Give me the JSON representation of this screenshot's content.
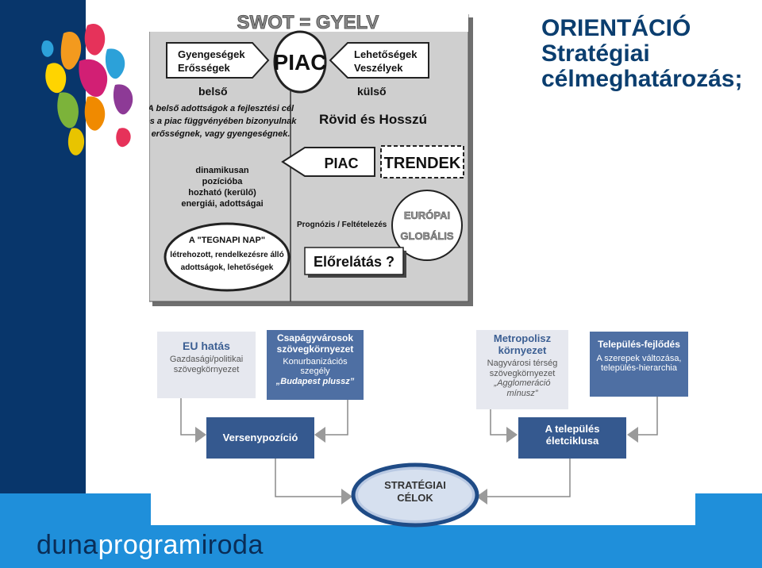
{
  "title": {
    "line1": "ORIENTÁCIÓ",
    "line2": "Stratégiai",
    "line3": "célmeghatározás;"
  },
  "swot": {
    "header": "SWOT = GYELV",
    "center": "PIAC",
    "left_arrow": {
      "line1": "Gyengeségek",
      "line2": "Erősségek"
    },
    "right_arrow": {
      "line1": "Lehetőségek",
      "line2": "Veszélyek"
    },
    "belso": "belső",
    "kulso": "külső",
    "belso_text": [
      "A belső adottságok a fejlesztési cél",
      "és a piac függvényében bizonyulnak",
      "erősségnek, vagy gyengeségnek."
    ],
    "dinamikusan": [
      "dinamikusan",
      "pozícióba",
      "hozható (kerülő)",
      "energiái, adottságai"
    ],
    "tegnapi": [
      "A \"TEGNAPI NAP\"",
      "létrehozott, rendelkezésre álló",
      "adottságok, lehetőségek"
    ],
    "rovid": "Rövid és Hosszú",
    "piac2": "PIAC",
    "trendek": "TRENDEK",
    "prognozis": "Prognózis / Feltételezés",
    "europai": "EURÓPAI",
    "globalis": "GLOBÁLIS",
    "elorelatas": "Előrelátás ?"
  },
  "flow": {
    "eu": {
      "title": "EU hatás",
      "sub1": "Gazdasági/politikai",
      "sub2": "szövegkörnyezet"
    },
    "csap": {
      "title1": "Csapágyvárosok",
      "title2": "szövegkörnyezet",
      "sub1": "Konurbanizációs",
      "sub2": "szegély",
      "sub3": "„Budapest plussz”"
    },
    "metro": {
      "title1": "Metropolisz",
      "title2": "környezet",
      "sub1": "Nagyvárosi térség",
      "sub2": "szövegkörnyezet",
      "sub3": "„Agglomeráció",
      "sub4": "mínusz”"
    },
    "telep": {
      "title": "Település-fejlődés",
      "sub1": "A szerepek változása,",
      "sub2": "település-hierarchia"
    },
    "verseny": "Versenypozíció",
    "eletciklus": {
      "line1": "A település",
      "line2": "életciklusa"
    },
    "strat": {
      "line1": "STRATÉGIAI",
      "line2": "CÉLOK"
    }
  },
  "logo": {
    "part1": "duna",
    "part2": "program",
    "part3": "iroda"
  },
  "colors": {
    "navy": "#08366b",
    "blue": "#1f8fda",
    "box_dark": "#4e6fa3",
    "box_light": "#e6e8ef",
    "ellipse": "#b9c9e3"
  }
}
